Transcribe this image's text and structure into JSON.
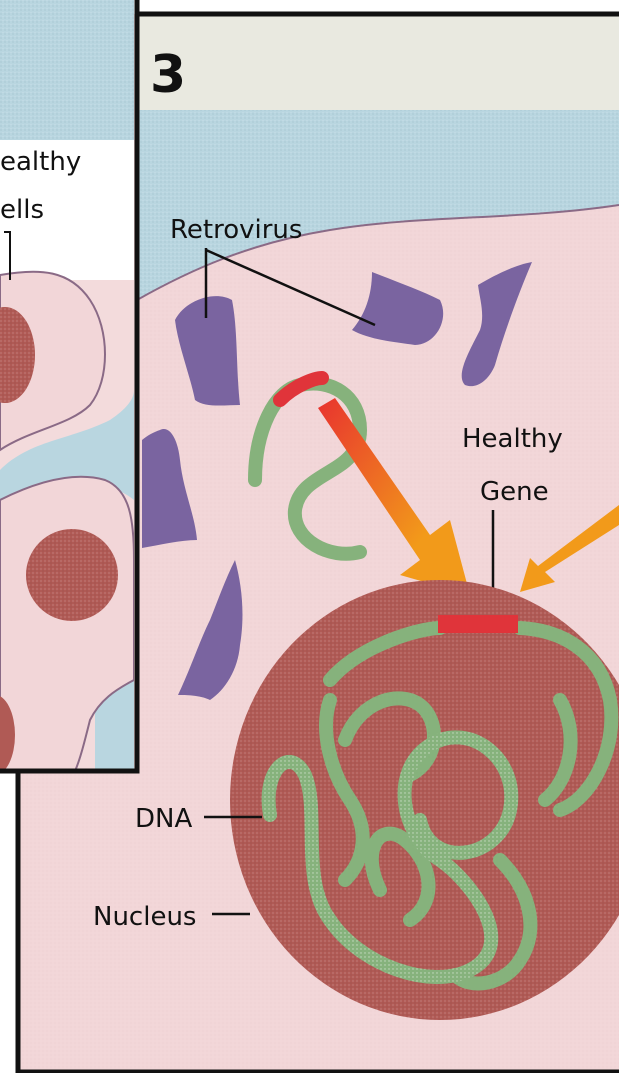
{
  "panel": {
    "number": "3"
  },
  "left_panel": {
    "label_line1": "ealthy",
    "label_line2": "ells"
  },
  "labels": {
    "retrovirus": "Retrovirus",
    "healthy_gene_line1": "Healthy",
    "healthy_gene_line2": "Gene",
    "dna": "DNA",
    "nucleus": "Nucleus"
  },
  "colors": {
    "cytoplasm": "#f2d6d8",
    "fluid": "#b9d6e0",
    "header_band": "#e9e9e0",
    "cell_outline": "#8a6a86",
    "nucleus": "#b05a55",
    "virus": "#7a64a0",
    "dna": "#86b27c",
    "gene": "#e0343a",
    "arrow": "#f29a1a",
    "border": "#111111"
  },
  "icons": {
    "virus": "retrovirus-particle",
    "arrow": "gene-insertion-arrow"
  }
}
